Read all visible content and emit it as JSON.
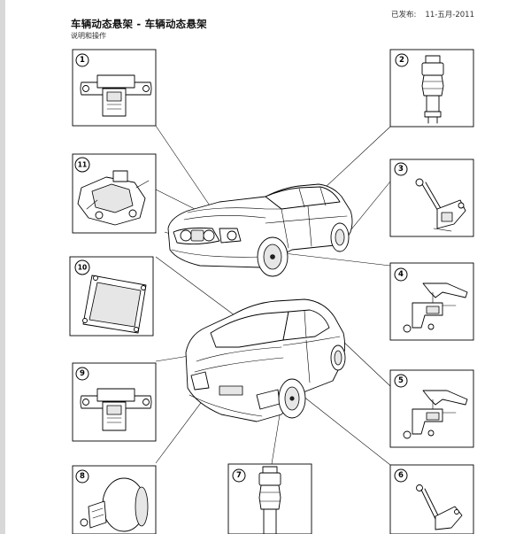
{
  "header": {
    "title": "车辆动态悬架 - 车辆动态悬架",
    "subtitle": "说明和操作",
    "published_label": "已发布:",
    "published_date": "11-五月-2011"
  },
  "callouts": [
    "1",
    "2",
    "3",
    "4",
    "5",
    "6",
    "7",
    "8",
    "9",
    "10",
    "11"
  ]
}
